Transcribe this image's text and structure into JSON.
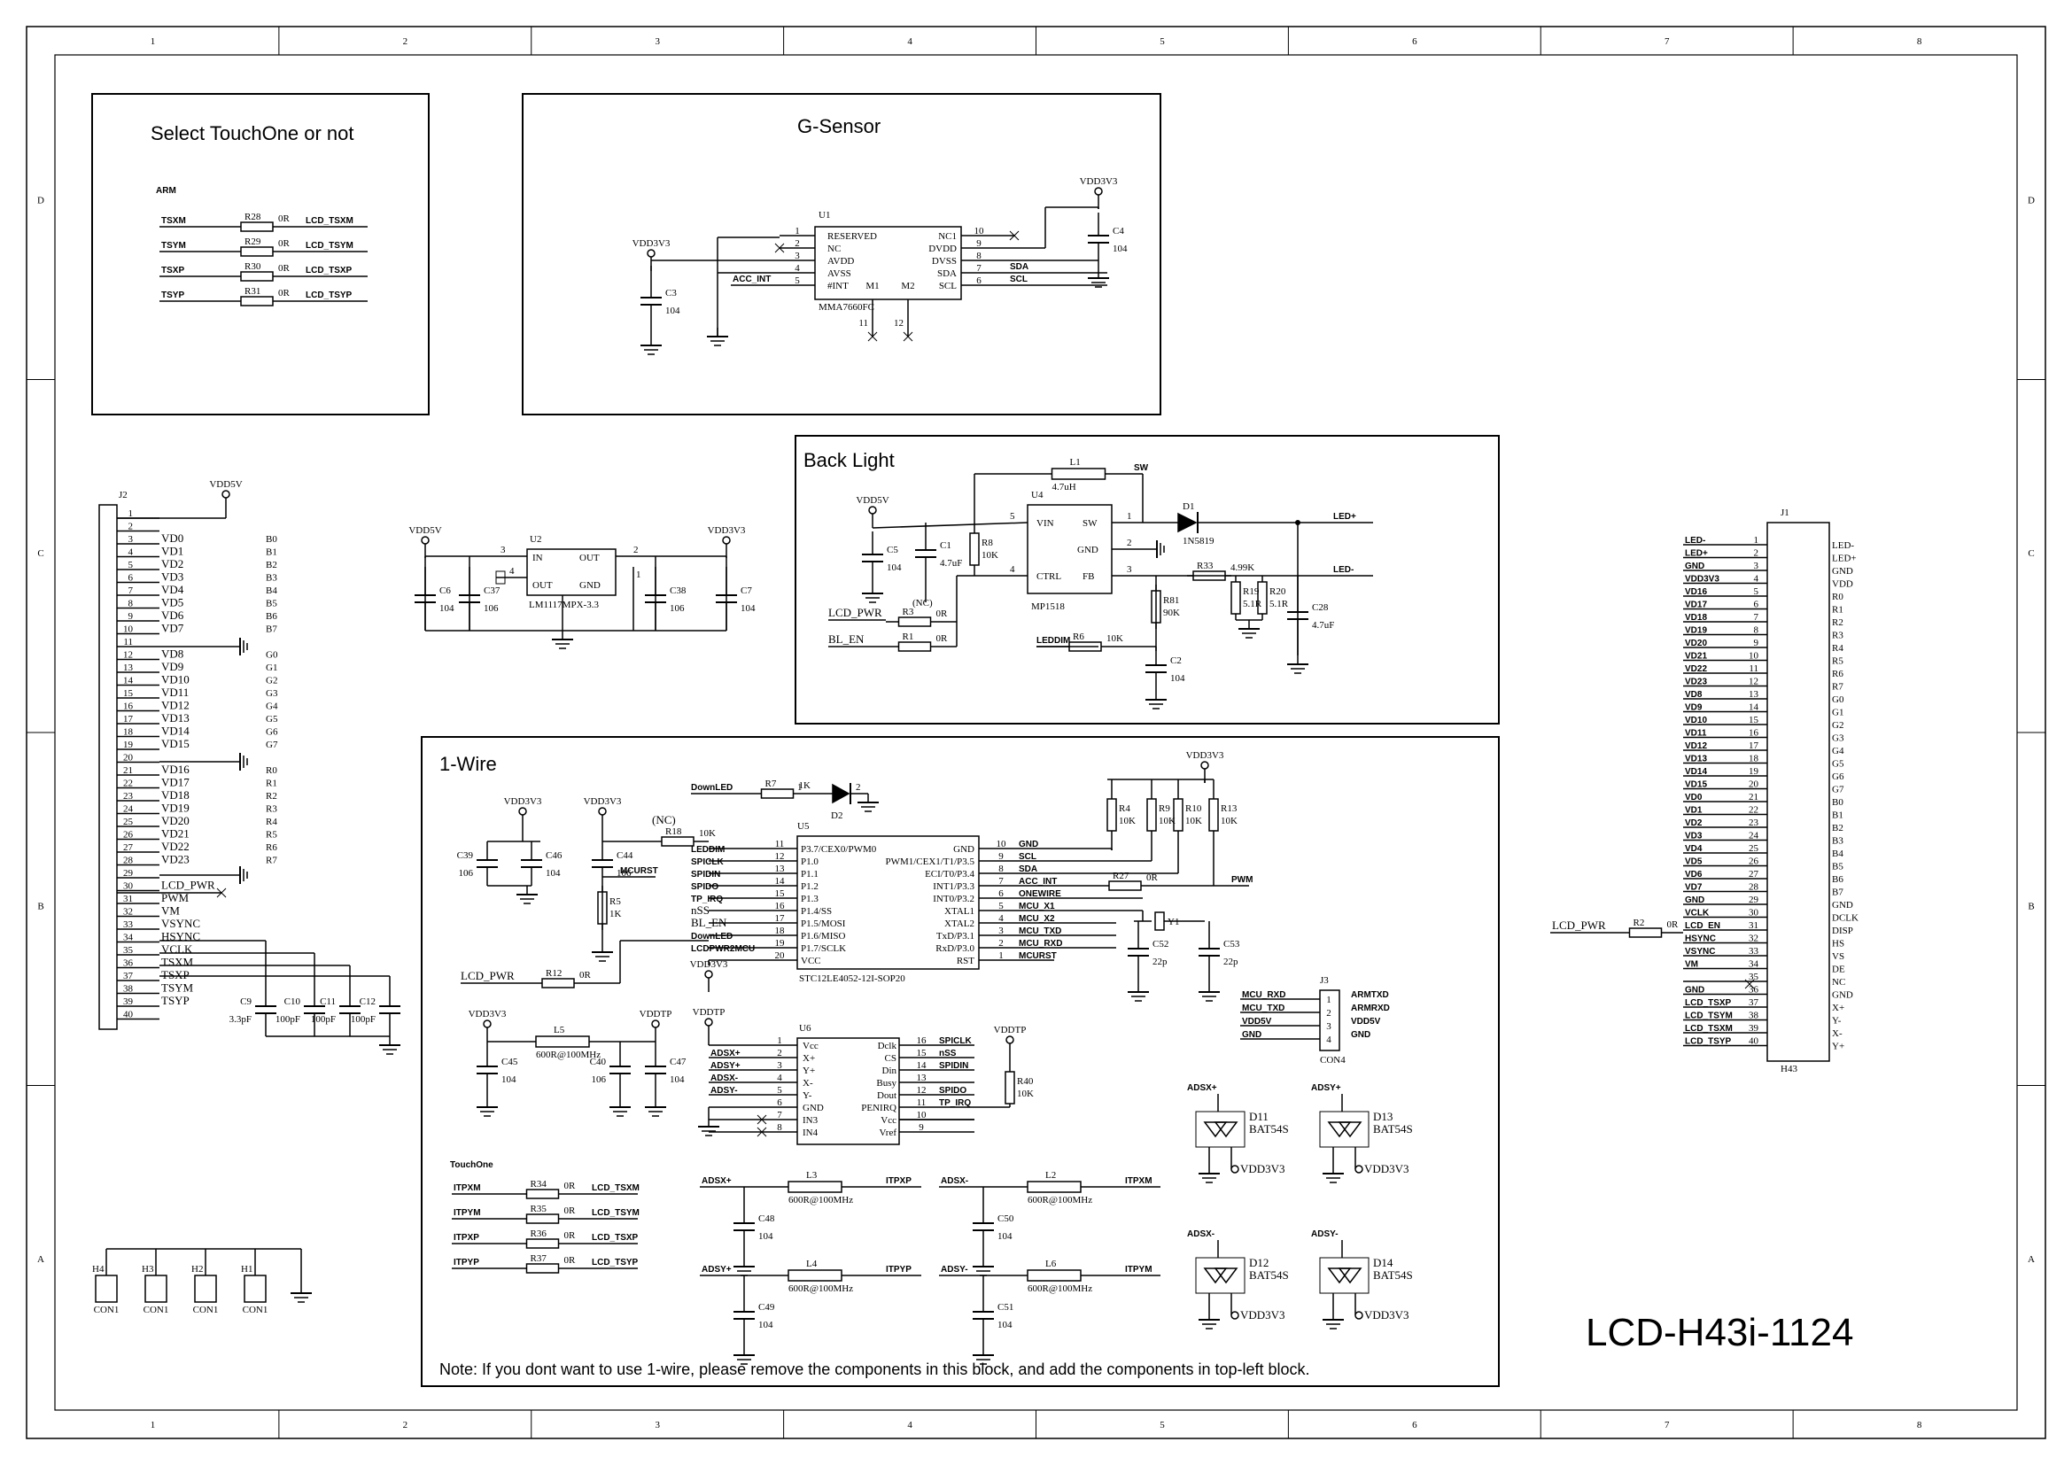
{
  "frame": {
    "col_labels": [
      "1",
      "2",
      "3",
      "4",
      "5",
      "6",
      "7",
      "8"
    ],
    "row_labels": [
      "D",
      "C",
      "B",
      "A"
    ]
  },
  "title_block": {
    "title": "LCD-H43i-1124"
  },
  "blocks": {
    "select_touch": {
      "title": "Select TouchOne or not",
      "arm_label": "ARM",
      "rows": [
        {
          "net_in": "TSXM",
          "ref": "R28",
          "val": "0R",
          "net_out": "LCD_TSXM"
        },
        {
          "net_in": "TSYM",
          "ref": "R29",
          "val": "0R",
          "net_out": "LCD_TSYM"
        },
        {
          "net_in": "TSXP",
          "ref": "R30",
          "val": "0R",
          "net_out": "LCD_TSXP"
        },
        {
          "net_in": "TSYP",
          "ref": "R31",
          "val": "0R",
          "net_out": "LCD_TSYP"
        }
      ]
    },
    "g_sensor": {
      "title": "G-Sensor",
      "chip_ref": "U1",
      "chip_name": "MMA7660FC",
      "left_pins": [
        [
          "1",
          "RESERVED"
        ],
        [
          "2",
          "NC"
        ],
        [
          "3",
          "AVDD"
        ],
        [
          "4",
          "AVSS"
        ],
        [
          "5",
          "#INT"
        ]
      ],
      "right_pins": [
        [
          "NC1",
          "10"
        ],
        [
          "DVDD",
          "9"
        ],
        [
          "DVSS",
          "8"
        ],
        [
          "SDA",
          "7"
        ],
        [
          "SCL",
          "6"
        ]
      ],
      "bottom_pins": [
        "M1",
        "M2",
        "11",
        "12"
      ],
      "vdd_left": "VDD3V3",
      "vdd_right": "VDD3V3",
      "c3": [
        "C3",
        "104"
      ],
      "c4": [
        "C4",
        "104"
      ],
      "net_acc": "ACC_INT",
      "net_sda": "SDA",
      "net_scl": "SCL"
    },
    "regulator": {
      "chip_ref": "U2",
      "chip_name": "LM1117MPX-3.3",
      "vin": "VDD5V",
      "vout": "VDD3V3",
      "pins": {
        "in": "IN",
        "out1": "OUT",
        "out2": "OUT",
        "gnd": "GND",
        "p3": "3",
        "p2": "2",
        "p4": "4",
        "p1": "1"
      },
      "caps": [
        [
          "C6",
          "104"
        ],
        [
          "C37",
          "106"
        ],
        [
          "C38",
          "106"
        ],
        [
          "C7",
          "104"
        ]
      ]
    },
    "back_light": {
      "title": "Back Light",
      "chip_ref": "U4",
      "chip_name": "MP1518",
      "pins": {
        "vin": "VIN",
        "sw": "SW",
        "gnd": "GND",
        "ctrl": "CTRL",
        "fb": "FB",
        "p5": "5",
        "p1": "1",
        "p2": "2",
        "p4": "4",
        "p3": "3"
      },
      "vdd": "VDD5V",
      "inductor": [
        "L1",
        "4.7uH"
      ],
      "sw_net": "SW",
      "diode": [
        "D1",
        "1N5819"
      ],
      "led_plus": "LED+",
      "led_minus": "LED-",
      "c5": [
        "C5",
        "104"
      ],
      "c1": [
        "C1",
        "4.7uF"
      ],
      "r8": [
        "R8",
        "10K"
      ],
      "r33": [
        "R33",
        "4.99K"
      ],
      "r19": [
        "R19",
        "5.1R"
      ],
      "r20": [
        "R20",
        "5.1R"
      ],
      "c28": [
        "C28",
        "4.7uF"
      ],
      "r81": [
        "R81",
        "90K"
      ],
      "c2": [
        "C2",
        "104"
      ],
      "r6": [
        "R6",
        "10K"
      ],
      "r3": [
        "R3",
        "0R"
      ],
      "r1": [
        "R1",
        "0R"
      ],
      "nc": "(NC)",
      "net_lcd_pwr": "LCD_PWR",
      "net_bl_en": "BL_EN",
      "net_leddim": "LEDDIM"
    },
    "one_wire": {
      "title": "1-Wire",
      "chip_ref": "U5",
      "chip_name": "STC12LE4052-12I-SOP20",
      "left_pins": [
        {
          "net": "LEDDIM",
          "num": "11",
          "name": "P3.7/CEX0/PWM0"
        },
        {
          "net": "SPICLK",
          "num": "12",
          "name": "P1.0"
        },
        {
          "net": "SPIDIN",
          "num": "13",
          "name": "P1.1"
        },
        {
          "net": "SPIDO",
          "num": "14",
          "name": "P1.2"
        },
        {
          "net": "TP_IRQ",
          "num": "15",
          "name": "P1.3"
        },
        {
          "net": "nSS",
          "num": "16",
          "name": "P1.4/SS"
        },
        {
          "net": "BL_EN",
          "num": "17",
          "name": "P1.5/MOSI"
        },
        {
          "net": "DownLED",
          "num": "18",
          "name": "P1.6/MISO"
        },
        {
          "net": "LCDPWR2MCU",
          "num": "19",
          "name": "P1.7/SCLK"
        },
        {
          "net": "",
          "num": "20",
          "name": "VCC"
        }
      ],
      "right_pins": [
        {
          "name": "GND",
          "num": "10",
          "net": "GND"
        },
        {
          "name": "PWM1/CEX1/T1/P3.5",
          "num": "9",
          "net": "SCL"
        },
        {
          "name": "ECI/T0/P3.4",
          "num": "8",
          "net": "SDA"
        },
        {
          "name": "INT1/P3.3",
          "num": "7",
          "net": "ACC_INT"
        },
        {
          "name": "INT0/P3.2",
          "num": "6",
          "net": "ONEWIRE"
        },
        {
          "name": "XTAL1",
          "num": "5",
          "net": "MCU_X1"
        },
        {
          "name": "XTAL2",
          "num": "4",
          "net": "MCU_X2"
        },
        {
          "name": "TxD/P3.1",
          "num": "3",
          "net": "MCU_TXD"
        },
        {
          "name": "RxD/P3.0",
          "num": "2",
          "net": "MCU_RXD"
        },
        {
          "name": "RST",
          "num": "1",
          "net": "MCURST"
        }
      ],
      "downled": {
        "net": "DownLED",
        "r": "R7",
        "rv": "1K",
        "d": "D2",
        "p1": "1",
        "p2": "2"
      },
      "pullups": [
        [
          "R4",
          "10K"
        ],
        [
          "R9",
          "10K"
        ],
        [
          "R10",
          "10K"
        ],
        [
          "R13",
          "10K"
        ]
      ],
      "vdd": "VDD3V3",
      "r27": [
        "R27",
        "0R"
      ],
      "pwm": "PWM",
      "crystal": [
        "Y1",
        "C52",
        "22p",
        "C53",
        "22p"
      ],
      "c39": [
        "C39",
        "106"
      ],
      "c46": [
        "C46",
        "104"
      ],
      "c44": [
        "C44",
        "106"
      ],
      "r18": [
        "R18",
        "10K",
        "(NC)"
      ],
      "r5": [
        "R5",
        "1K"
      ],
      "mcurst": "MCURST",
      "r12": [
        "R12",
        "0R"
      ],
      "lcd_pwr": "LCD_PWR",
      "vdd_u5": "VDD3V3",
      "power_filter": {
        "vin": "VDD3V3",
        "l5": "L5",
        "l5v": "600R@100MHz",
        "vout": "VDDTP",
        "c45": [
          "C45",
          "104"
        ],
        "c40": [
          "C40",
          "106"
        ],
        "c47": [
          "C47",
          "104"
        ]
      },
      "u6": {
        "ref": "U6",
        "left": [
          [
            "Vcc",
            "1"
          ],
          [
            "X+",
            "2"
          ],
          [
            "Y+",
            "3"
          ],
          [
            "X-",
            "4"
          ],
          [
            "Y-",
            "5"
          ],
          [
            "GND",
            "6"
          ],
          [
            "IN3",
            "7"
          ],
          [
            "IN4",
            "8"
          ]
        ],
        "right": [
          [
            "Dclk",
            "16"
          ],
          [
            "CS",
            "15"
          ],
          [
            "Din",
            "14"
          ],
          [
            "Busy",
            "13"
          ],
          [
            "Dout",
            "12"
          ],
          [
            "PENIRQ",
            "11"
          ],
          [
            "Vcc",
            "10"
          ],
          [
            "Vref",
            "9"
          ]
        ],
        "left_nets": [
          "",
          "ADSX+",
          "ADSY+",
          "ADSX-",
          "ADSY-"
        ],
        "right_nets": [
          "SPICLK",
          "nSS",
          "SPIDIN",
          "",
          "SPIDO",
          "TP_IRQ"
        ],
        "vdd": "VDDTP",
        "r40": [
          "R40",
          "10K"
        ],
        "vddtp2": "VDDTP"
      },
      "con4": {
        "ref": "J3",
        "name": "CON4",
        "left": [
          "MCU_RXD",
          "MCU_TXD",
          "VDD5V",
          "GND"
        ],
        "right": [
          "ARMTXD",
          "ARMRXD",
          "VDD5V",
          "GND"
        ]
      },
      "touchone": {
        "label": "TouchOne",
        "rows": [
          {
            "net_in": "ITPXM",
            "ref": "R34",
            "val": "0R",
            "net_out": "LCD_TSXM"
          },
          {
            "net_in": "ITPYM",
            "ref": "R35",
            "val": "0R",
            "net_out": "LCD_TSYM"
          },
          {
            "net_in": "ITPXP",
            "ref": "R36",
            "val": "0R",
            "net_out": "LCD_TSXP"
          },
          {
            "net_in": "ITPYP",
            "ref": "R37",
            "val": "0R",
            "net_out": "LCD_TSYP"
          }
        ]
      },
      "filters": [
        {
          "in": "ADSX+",
          "ref": "L3",
          "val": "600R@100MHz",
          "out": "ITPXP",
          "c": "C48",
          "cv": "104"
        },
        {
          "in": "ADSX-",
          "ref": "L2",
          "val": "600R@100MHz",
          "out": "ITPXM",
          "c": "C50",
          "cv": "104"
        },
        {
          "in": "ADSY+",
          "ref": "L4",
          "val": "600R@100MHz",
          "out": "ITPYP",
          "c": "C49",
          "cv": "104"
        },
        {
          "in": "ADSY-",
          "ref": "L6",
          "val": "600R@100MHz",
          "out": "ITPYM",
          "c": "C51",
          "cv": "104"
        }
      ],
      "diodes": [
        {
          "net": "ADSX+",
          "ref": "D11",
          "part": "BAT54S",
          "vdd": "VDD3V3"
        },
        {
          "net": "ADSY+",
          "ref": "D13",
          "part": "BAT54S",
          "vdd": "VDD3V3"
        },
        {
          "net": "ADSX-",
          "ref": "D12",
          "part": "BAT54S",
          "vdd": "VDD3V3"
        },
        {
          "net": "ADSY-",
          "ref": "D14",
          "part": "BAT54S",
          "vdd": "VDD3V3"
        }
      ],
      "note": "Note: If you dont want to use 1-wire, please remove the components in this block, and add the components in top-left block."
    },
    "j2": {
      "ref": "J2",
      "vdd": "VDD5V",
      "pins": [
        "1",
        "2",
        "3",
        "4",
        "5",
        "6",
        "7",
        "8",
        "9",
        "10",
        "11",
        "12",
        "13",
        "14",
        "15",
        "16",
        "17",
        "18",
        "19",
        "20",
        "21",
        "22",
        "23",
        "24",
        "25",
        "26",
        "27",
        "28",
        "29",
        "30",
        "31",
        "32",
        "33",
        "34",
        "35",
        "36",
        "37",
        "38",
        "39",
        "40"
      ],
      "nets": [
        "",
        "",
        "VD0",
        "VD1",
        "VD2",
        "VD3",
        "VD4",
        "VD5",
        "VD6",
        "VD7",
        "",
        "VD8",
        "VD9",
        "VD10",
        "VD11",
        "VD12",
        "VD13",
        "VD14",
        "VD15",
        "",
        "VD16",
        "VD17",
        "VD18",
        "VD19",
        "VD20",
        "VD21",
        "VD22",
        "VD23",
        "",
        "LCD_PWR",
        "PWM",
        "VM",
        "VSYNC",
        "HSYNC",
        "VCLK",
        "TSXM",
        "TSXP",
        "TSYM",
        "TSYP",
        ""
      ],
      "bits": [
        "",
        "",
        "B0",
        "B1",
        "B2",
        "B3",
        "B4",
        "B5",
        "B6",
        "B7",
        "",
        "G0",
        "G1",
        "G2",
        "G3",
        "G4",
        "G5",
        "G6",
        "G7",
        "",
        "R0",
        "R1",
        "R2",
        "R3",
        "R4",
        "R5",
        "R6",
        "R7",
        "",
        "",
        "",
        "",
        "",
        "",
        "",
        "",
        "",
        "",
        "",
        ""
      ],
      "caps": [
        [
          "C9",
          "3.3pF"
        ],
        [
          "C10",
          "100pF"
        ],
        [
          "C11",
          "100pF"
        ],
        [
          "C12",
          "100pF"
        ]
      ]
    },
    "j1": {
      "ref": "J1",
      "name": "H43",
      "nets": [
        "LED-",
        "LED+",
        "GND",
        "VDD3V3",
        "VD16",
        "VD17",
        "VD18",
        "VD19",
        "VD20",
        "VD21",
        "VD22",
        "VD23",
        "VD8",
        "VD9",
        "VD10",
        "VD11",
        "VD12",
        "VD13",
        "VD14",
        "VD15",
        "VD0",
        "VD1",
        "VD2",
        "VD3",
        "VD4",
        "VD5",
        "VD6",
        "VD7",
        "GND",
        "VCLK",
        "LCD_EN",
        "HSYNC",
        "VSYNC",
        "VM",
        "",
        "GND",
        "LCD_TSXP",
        "LCD_TSYM",
        "LCD_TSXM",
        "LCD_TSYP"
      ],
      "funcs": [
        "LED-",
        "LED+",
        "GND",
        "VDD",
        "R0",
        "R1",
        "R2",
        "R3",
        "R4",
        "R5",
        "R6",
        "R7",
        "G0",
        "G1",
        "G2",
        "G3",
        "G4",
        "G5",
        "G6",
        "G7",
        "B0",
        "B1",
        "B2",
        "B3",
        "B4",
        "B5",
        "B6",
        "B7",
        "GND",
        "DCLK",
        "DISP",
        "HS",
        "VS",
        "DE",
        "NC",
        "GND",
        "X+",
        "Y-",
        "X-",
        "Y+"
      ],
      "r2": [
        "R2",
        "0R"
      ],
      "lcd_pwr": "LCD_PWR"
    },
    "mount": {
      "holes": [
        [
          "H4",
          "CON1"
        ],
        [
          "H3",
          "CON1"
        ],
        [
          "H2",
          "CON1"
        ],
        [
          "H1",
          "CON1"
        ]
      ]
    }
  }
}
